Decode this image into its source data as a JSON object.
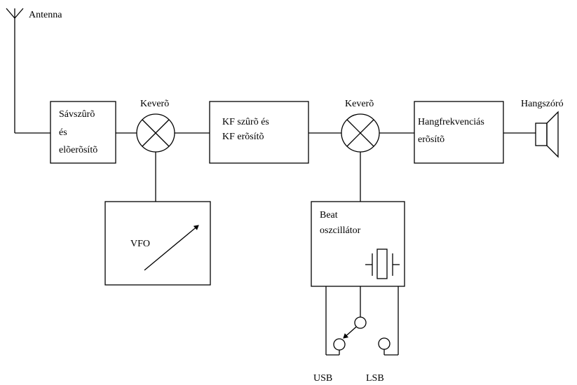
{
  "antenna": {
    "label": "Antenna"
  },
  "blocks": {
    "bandpass": {
      "line1": "Sávszûrõ",
      "line2": "és",
      "line3": "elõerõsítõ"
    },
    "mixer1": {
      "label": "Keverõ"
    },
    "if_stage": {
      "line1": "KF szûrõ és",
      "line2": "KF erõsítõ"
    },
    "mixer2": {
      "label": "Keverõ"
    },
    "af_amp": {
      "line1": "Hangfrekvenciás",
      "line2": "erõsítõ"
    },
    "speaker": {
      "label": "Hangszóró"
    },
    "vfo": {
      "label": "VFO"
    },
    "bfo": {
      "line1": "Beat",
      "line2": "oszcillátor"
    }
  },
  "switch": {
    "usb_label": "USB",
    "lsb_label": "LSB"
  }
}
